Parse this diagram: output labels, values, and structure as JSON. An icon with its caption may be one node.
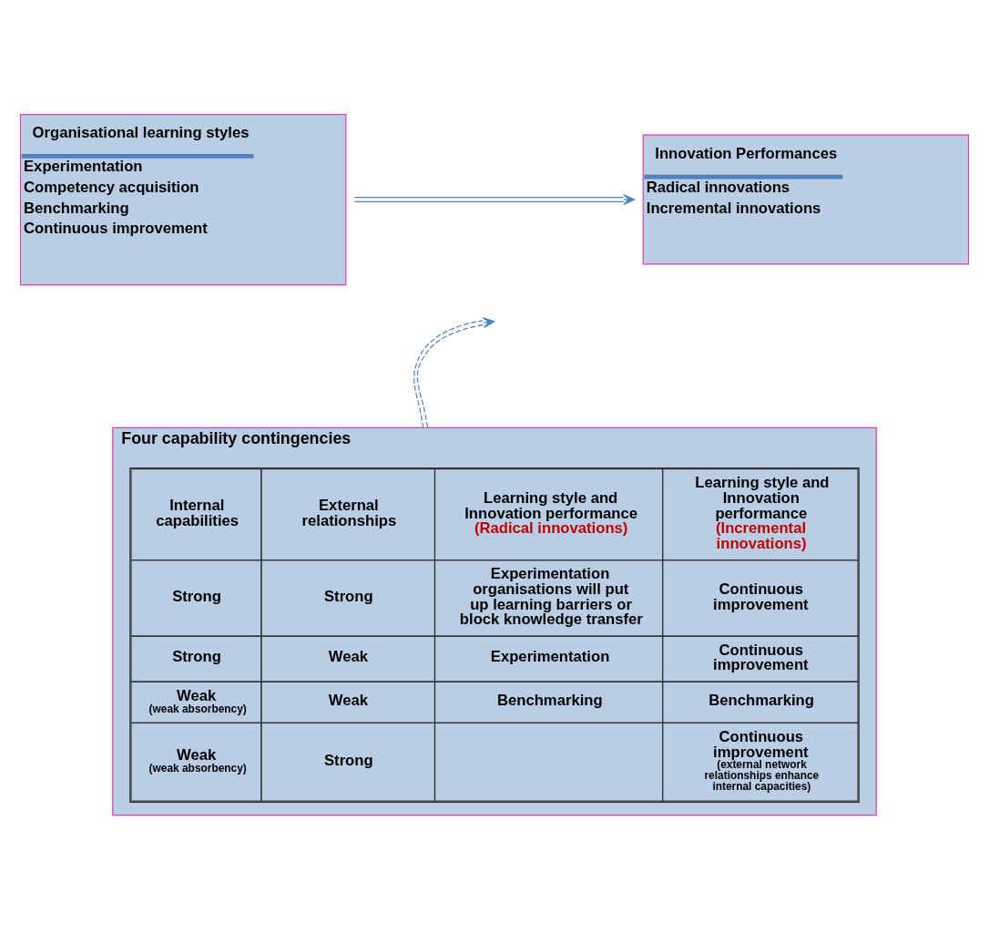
{
  "diagram": {
    "nodes": [
      {
        "text": [
          "Organisational learning styles",
          "Experimentation",
          "Competency acquisition",
          "Benchmarking",
          "Continuous improvement"
        ]
      },
      {
        "text": [
          "Innovation Performances",
          "Radical innovations",
          "Incremental innovations"
        ]
      },
      {
        "text": [
          "Four capability contingencies"
        ]
      }
    ],
    "edges": [
      {
        "from": 0,
        "to": 1,
        "arrow": "to"
      },
      {
        "from": 2,
        "to": null,
        "arrow": "to",
        "style": "dashed"
      }
    ],
    "labels": [
      "Internal capabilities",
      "External relationships",
      "Learning style and Innovation performance",
      "(Radical innovations)",
      "Learning style and Innovation performance",
      "(Incremental innovations)",
      "Strong",
      "Strong",
      "Experimentation organisations will put up learning barriers or block knowledge transfer",
      "Continuous improvement",
      "Strong",
      "Weak",
      "Experimentation",
      "Continuous improvement",
      "Weak",
      "(weak absorbency)",
      "Weak",
      "Benchmarking",
      "Benchmarking",
      "Weak",
      "(weak absorbency)",
      "Strong",
      "Continuous improvement",
      "(external network relationships enhance internal capacities)"
    ]
  }
}
